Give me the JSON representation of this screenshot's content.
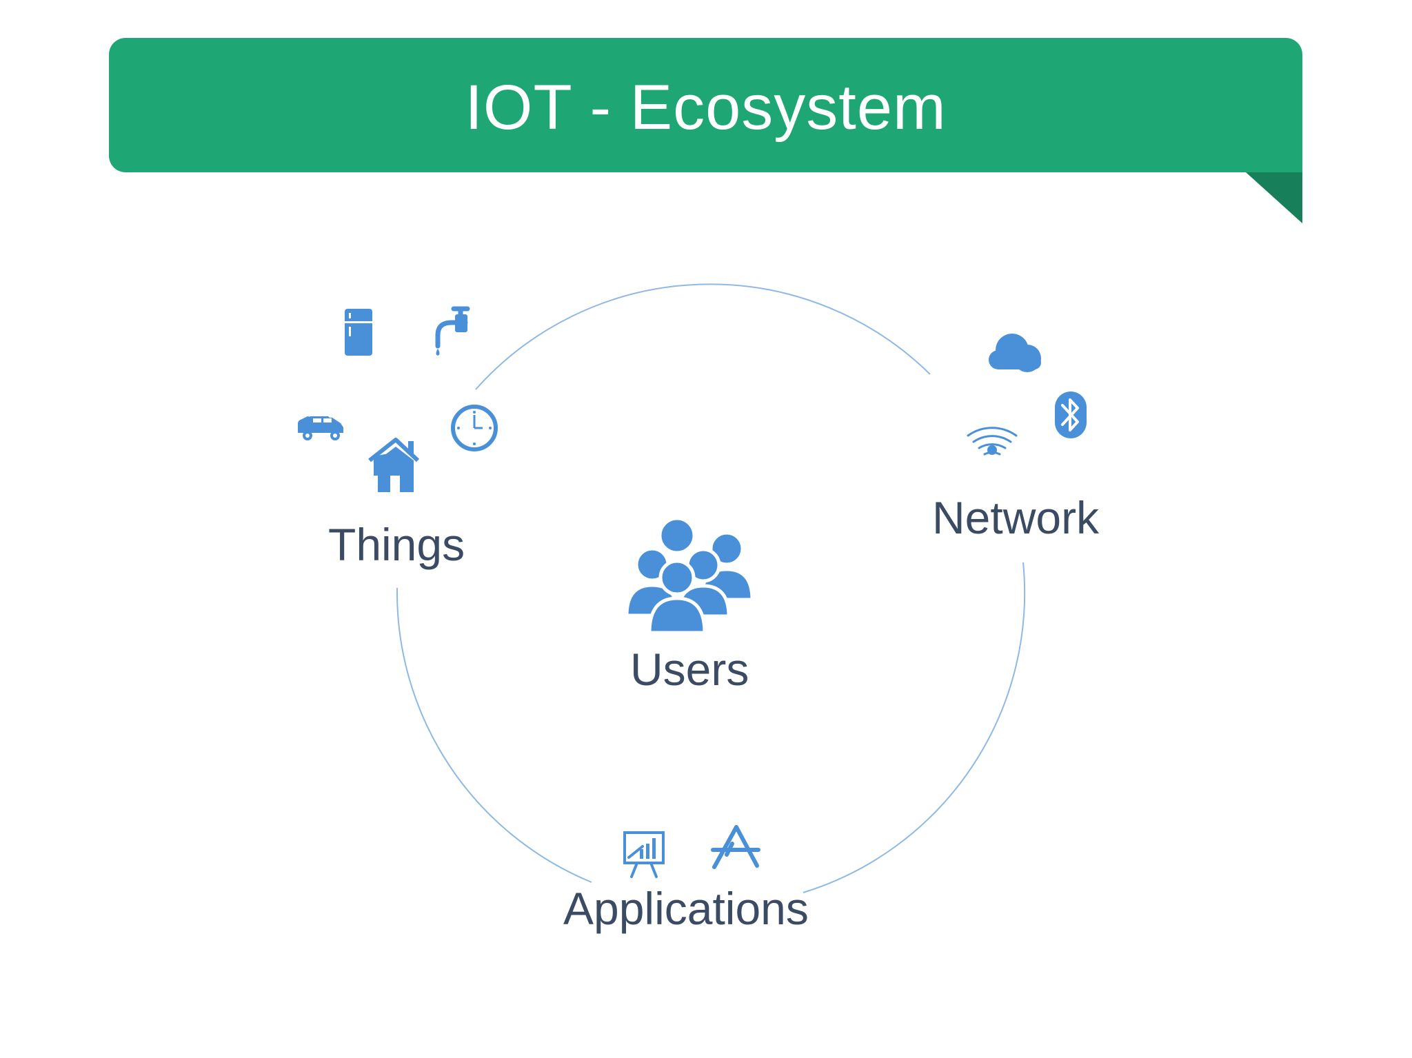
{
  "title": "IOT - Ecosystem",
  "colors": {
    "banner": "#1fa675",
    "banner_fold": "#17805a",
    "icon": "#4a90d9",
    "ring": "#8fb8e6",
    "label": "#3a4b63"
  },
  "nodes": {
    "things": {
      "label": "Things",
      "icons": [
        "fridge-icon",
        "faucet-icon",
        "car-icon",
        "clock-icon",
        "house-icon"
      ]
    },
    "network": {
      "label": "Network",
      "icons": [
        "cloud-icon",
        "wifi-icon",
        "bluetooth-icon"
      ]
    },
    "users": {
      "label": "Users",
      "icons": [
        "users-group-icon"
      ]
    },
    "applications": {
      "label": "Applications",
      "icons": [
        "presentation-chart-icon",
        "app-store-icon"
      ]
    }
  }
}
